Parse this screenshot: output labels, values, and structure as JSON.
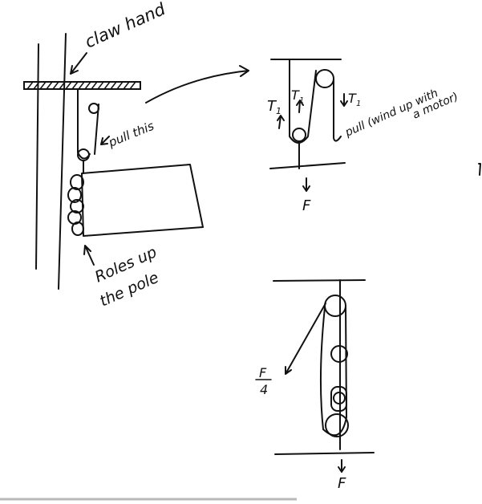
{
  "labels": {
    "claw_hand": "claw hand",
    "pull_this": "pull this",
    "rolls_up_line1": "Roles up",
    "rolls_up_line2": "the pole",
    "t1_left": "T",
    "t1_left_sub": "1",
    "t1_mid": "T",
    "t1_mid_sub": "1",
    "t1_right": "T",
    "t1_right_sub": "1",
    "pull_note_line1": "pull (wind up with",
    "pull_note_line2": "a motor)",
    "f_top": "F",
    "f_frac_num": "F",
    "f_frac_den": "4",
    "f_bottom": "F"
  }
}
